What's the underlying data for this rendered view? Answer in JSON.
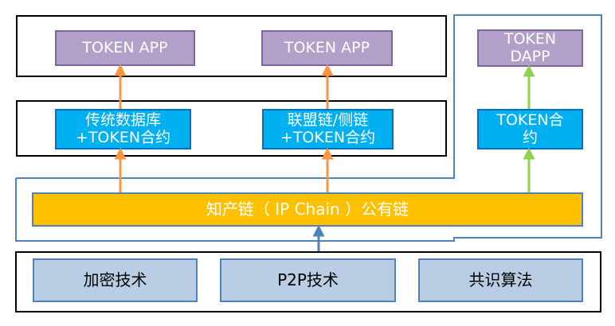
{
  "app_layer": {
    "apps": [
      "TOKEN APP",
      "TOKEN APP"
    ],
    "dapp": [
      "TOKEN",
      "DAPP"
    ]
  },
  "contract_layer": {
    "traditional": [
      "传统数据库",
      "+TOKEN合约"
    ],
    "consortium": [
      "联盟链/侧链",
      "+TOKEN合约"
    ],
    "token_contract": [
      "TOKEN合",
      "约"
    ]
  },
  "public_chain": {
    "label": "知产链（ IP Chain ）公有链"
  },
  "tech_layer": {
    "items": [
      "加密技术",
      "P2P技术",
      "共识算法"
    ]
  },
  "colors": {
    "orange_arrow": "#f79646",
    "green_arrow": "#92d050",
    "blue_arrow": "#4f81bd",
    "frame_line": "#4f81bd"
  }
}
